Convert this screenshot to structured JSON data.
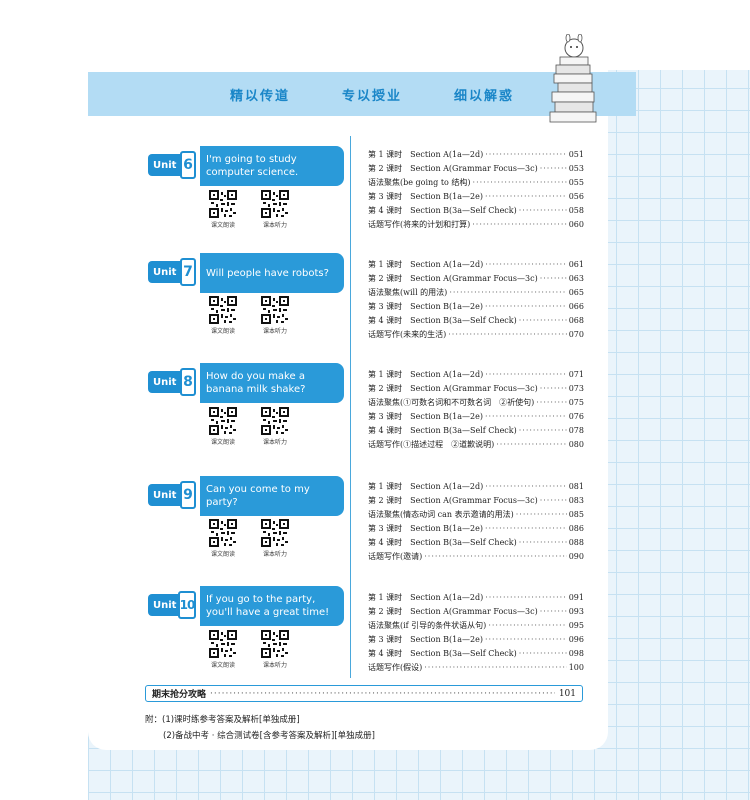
{
  "header": {
    "slogans": [
      "精以传道",
      "专以授业",
      "细以解惑"
    ]
  },
  "qr_labels": {
    "text": "课文朗读",
    "audio": "课本听力"
  },
  "units": [
    {
      "tab": "Unit",
      "number": "6",
      "title": "I'm going to study computer science.",
      "lessons": [
        {
          "text": "第 1 课时　Section A(1a—2d)",
          "page": "051"
        },
        {
          "text": "第 2 课时　Section A(Grammar Focus—3c)",
          "page": "053"
        },
        {
          "text": "语法聚焦(be going to 结构)",
          "page": "055"
        },
        {
          "text": "第 3 课时　Section B(1a—2e)",
          "page": "056"
        },
        {
          "text": "第 4 课时　Section B(3a—Self Check)",
          "page": "058"
        },
        {
          "text": "话题写作(将来的计划和打算)",
          "page": "060"
        }
      ]
    },
    {
      "tab": "Unit",
      "number": "7",
      "title": "Will people have robots?",
      "lessons": [
        {
          "text": "第 1 课时　Section A(1a—2d)",
          "page": "061"
        },
        {
          "text": "第 2 课时　Section A(Grammar Focus—3c)",
          "page": "063"
        },
        {
          "text": "语法聚焦(will 的用法)",
          "page": "065"
        },
        {
          "text": "第 3 课时　Section B(1a—2e)",
          "page": "066"
        },
        {
          "text": "第 4 课时　Section B(3a—Self Check)",
          "page": "068"
        },
        {
          "text": "话题写作(未来的生活)",
          "page": "070"
        }
      ]
    },
    {
      "tab": "Unit",
      "number": "8",
      "title": "How do you make a banana milk shake?",
      "lessons": [
        {
          "text": "第 1 课时　Section A(1a—2d)",
          "page": "071"
        },
        {
          "text": "第 2 课时　Section A(Grammar Focus—3c)",
          "page": "073"
        },
        {
          "text": "语法聚焦(①可数名词和不可数名词　②祈使句)",
          "page": "075"
        },
        {
          "text": "第 3 课时　Section B(1a—2e)",
          "page": "076"
        },
        {
          "text": "第 4 课时　Section B(3a—Self Check)",
          "page": "078"
        },
        {
          "text": "话题写作(①描述过程　②道歉说明)",
          "page": "080"
        }
      ]
    },
    {
      "tab": "Unit",
      "number": "9",
      "title": "Can you come to my party?",
      "lessons": [
        {
          "text": "第 1 课时　Section A(1a—2d)",
          "page": "081"
        },
        {
          "text": "第 2 课时　Section A(Grammar Focus—3c)",
          "page": "083"
        },
        {
          "text": "语法聚焦(情态动词 can 表示邀请的用法)",
          "page": "085"
        },
        {
          "text": "第 3 课时　Section B(1a—2e)",
          "page": "086"
        },
        {
          "text": "第 4 课时　Section B(3a—Self Check)",
          "page": "088"
        },
        {
          "text": "话题写作(邀请)",
          "page": "090"
        }
      ]
    },
    {
      "tab": "Unit",
      "number": "10",
      "title": "If you go to the party, you'll have a great time!",
      "lessons": [
        {
          "text": "第 1 课时　Section A(1a—2d)",
          "page": "091"
        },
        {
          "text": "第 2 课时　Section A(Grammar Focus—3c)",
          "page": "093"
        },
        {
          "text": "语法聚焦(if 引导的条件状语从句)",
          "page": "095"
        },
        {
          "text": "第 3 课时　Section B(1a—2e)",
          "page": "096"
        },
        {
          "text": "第 4 课时　Section B(3a—Self Check)",
          "page": "098"
        },
        {
          "text": "话题写作(假设)",
          "page": "100"
        }
      ]
    }
  ],
  "final_review": {
    "text": "期末抢分攻略",
    "page": "101"
  },
  "appendix": [
    "附：(1)课时练参考答案及解析[单独成册]",
    "(2)备战中考 · 综合测试卷[含参考答案及解析][单独成册]"
  ],
  "colors": {
    "accent": "#2a9ad9",
    "banner": "#b3dcf4",
    "grid": "#eaf4fb"
  }
}
